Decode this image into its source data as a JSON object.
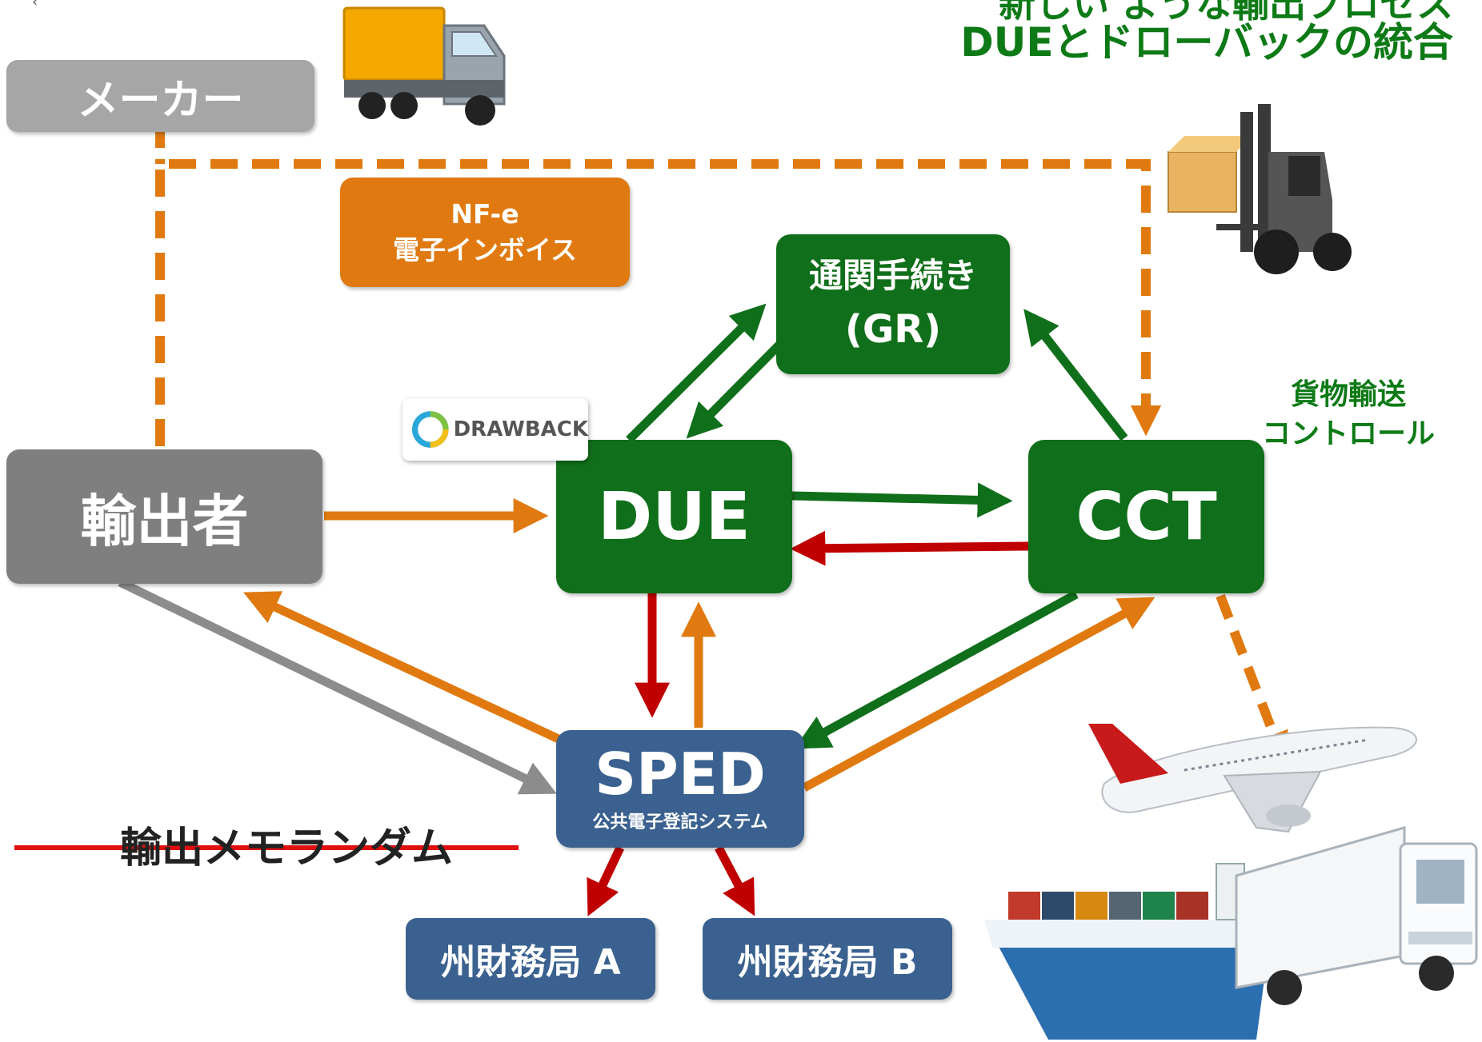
{
  "title": {
    "line1": "新しい ような輸出プロセス",
    "line2": "DUEとドローバックの統合"
  },
  "nodes": {
    "maker": "メーカー",
    "exporter": "輸出者",
    "nfe_line1": "NF-e",
    "nfe_line2": "電子インボイス",
    "gr_line1": "通関手続き",
    "gr_line2": "(GR)",
    "due": "DUE",
    "cct": "CCT",
    "sped": "SPED",
    "sped_sub": "公共電子登記システム",
    "state_a": "州財務局 A",
    "state_b": "州財務局 B"
  },
  "labels": {
    "cargo_line1": "貨物輸送",
    "cargo_line2": "コントロール",
    "memorandum": "輸出メモランダム",
    "drawback_logo": "DRAWBACK"
  },
  "colors": {
    "green": "#106f1a",
    "orange": "#e07a10",
    "red": "#c00000",
    "gray": "#7f7f7f",
    "blue": "#3a618f"
  },
  "icons": [
    "truck-icon",
    "forklift-icon",
    "airplane-icon",
    "cargo-ship-icon",
    "semi-truck-icon"
  ]
}
